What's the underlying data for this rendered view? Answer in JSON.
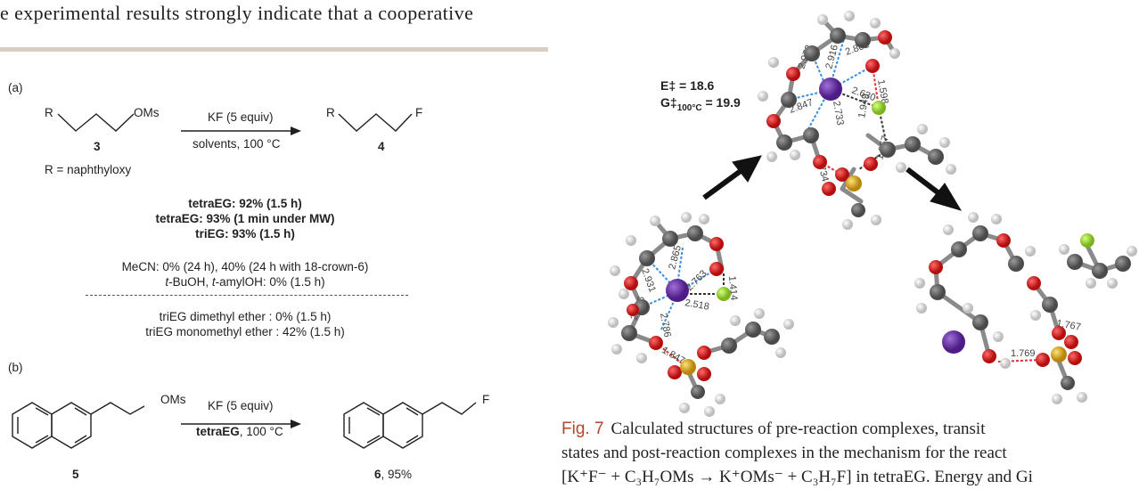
{
  "body_text": "e experimental results strongly indicate that a cooperative",
  "scheme_a": {
    "label": "(a)",
    "reactant_r": "R",
    "reactant_group": "OMs",
    "reactant_number": "3",
    "reagent_above": "KF (5 equiv)",
    "reagent_below": "solvents, 100 °C",
    "product_r": "R",
    "product_group": "F",
    "product_number": "4",
    "r_definition": "R = naphthyloxy",
    "results_bold": [
      "tetraEG: 92% (1.5 h)",
      "tetraEG: 93% (1 min under MW)",
      "triEG: 93% (1.5 h)"
    ],
    "results_other_1": "MeCN: 0% (24 h), 40% (24 h with 18-crown-6)",
    "results_other_2_prefix_1": "t",
    "results_other_2_mid_1": "-BuOH, ",
    "results_other_2_prefix_2": "t",
    "results_other_2_rest": "-amylOH: 0% (1.5 h)",
    "results_ether_1": "triEG dimethyl ether : 0% (1.5 h)",
    "results_ether_2": "triEG monomethyl ether : 42% (1.5 h)"
  },
  "scheme_b": {
    "label": "(b)",
    "reactant_group": "OMs",
    "reactant_number": "5",
    "reagent_above": "KF (5 equiv)",
    "reagent_below_bold": "tetraEG",
    "reagent_below_rest": ", 100 °C",
    "product_group": "F",
    "product_number": "6",
    "product_yield": ", 95%"
  },
  "figure": {
    "energy_line1": "E‡ = 18.6",
    "energy_line2_prefix": "G‡",
    "energy_line2_sub": "100°C",
    "energy_line2_value": "= 19.9",
    "ts_distances": [
      "2.973",
      "2.916",
      "2.802",
      "2.847",
      "2.733",
      "2.630",
      "1.598",
      "1.949",
      "1.957",
      "1.734"
    ],
    "pre_distances": [
      "2.931",
      "2.865",
      "2.763",
      "1.414",
      "2.806",
      "2.518",
      "2.786",
      "1.847"
    ],
    "post_distances": [
      "1.767",
      "1.769"
    ]
  },
  "caption": {
    "label": "Fig. 7",
    "text_line1": "Calculated structures of pre-reaction complexes, transit",
    "text_line2": "states and post-reaction complexes in the mechanism for the react",
    "text_line3": "[K⁺F⁻ + C₃H₇OMs → K⁺OMs⁻ + C₃H₇F] in tetraEG. Energy and Gi"
  },
  "colors": {
    "carbon": "#5a5a5a",
    "hydrogen": "#e2e2e2",
    "oxygen": "#d32020",
    "potassium": "#6a2fa0",
    "fluorine": "#9acd32",
    "sulfur": "#d4a017",
    "caption_label": "#b4462a",
    "rule": "#d8cfc2"
  }
}
